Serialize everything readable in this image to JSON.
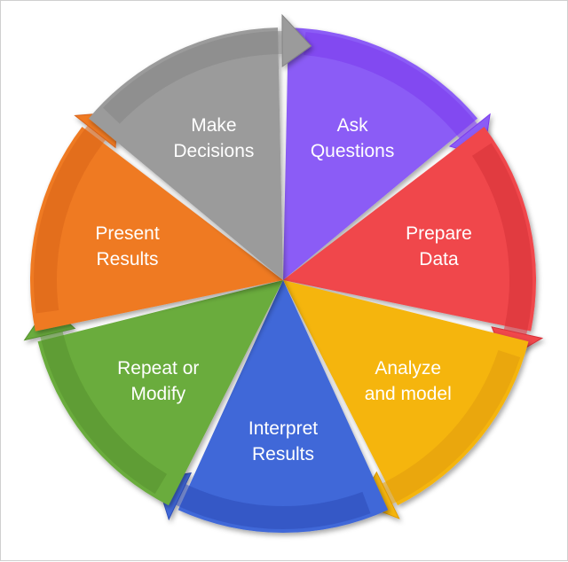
{
  "cycle": {
    "segments": [
      {
        "line1": "Ask",
        "line2": "Questions",
        "color": "#8b5cf6",
        "arrow_color": "#7c3aed"
      },
      {
        "line1": "Prepare",
        "line2": "Data",
        "color": "#f0474b",
        "arrow_color": "#d6303a"
      },
      {
        "line1": "Analyze",
        "line2": "and model",
        "color": "#f5b510",
        "arrow_color": "#e09a00"
      },
      {
        "line1": "Interpret",
        "line2": "Results",
        "color": "#3f67d8",
        "arrow_color": "#2f4fb8"
      },
      {
        "line1": "Repeat or",
        "line2": "Modify",
        "color": "#6aac3c",
        "arrow_color": "#56922e"
      },
      {
        "line1": "Present",
        "line2": "Results",
        "color": "#ef7a24",
        "arrow_color": "#d8641a"
      },
      {
        "line1": "Make",
        "line2": "Decisions",
        "color": "#9b9b9b",
        "arrow_color": "#858585"
      }
    ]
  }
}
